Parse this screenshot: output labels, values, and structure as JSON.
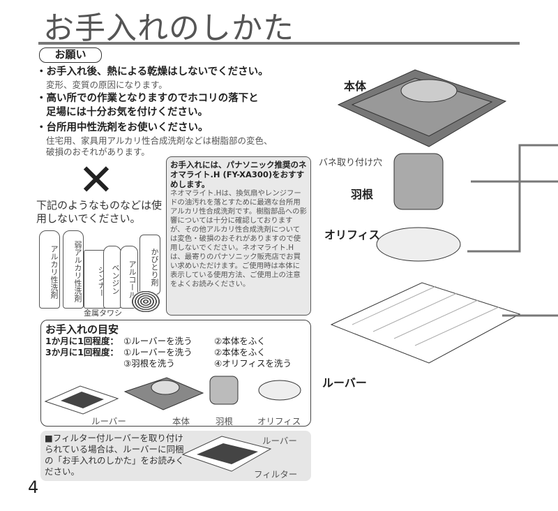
{
  "title": "お手入れのしかた",
  "onegai": "お願い",
  "cautions": [
    {
      "main": "・お手入れ後、熱による乾燥はしないでください。",
      "sub": "変形、変質の原因になります。"
    },
    {
      "main": "・高い所での作業となりますのでホコリの落下と",
      "main2": "足場には十分お気を付けください。"
    },
    {
      "main": "・台所用中性洗剤をお使いください。",
      "sub": "住宅用、家具用アルカリ性合成洗剤などは樹脂部の変色、",
      "sub2": "破損のおそれがあります。"
    }
  ],
  "prohibited": {
    "mark": "✕",
    "text": "下記のようなものなどは使用しないでください。",
    "items": [
      "アルカリ性洗剤",
      "弱アルカリ性洗剤",
      "シンナー",
      "ベンジン",
      "アルコール",
      "かびとり剤",
      "金属タワシ"
    ]
  },
  "neo": {
    "heading": "お手入れには、パナソニック推奨のネオマライト.H (FY-XA300)をおすすめします。",
    "body": "ネオマライト.Hは、換気扇やレンジフードの油汚れを落とすために最適な台所用アルカリ性合成洗剤です。樹脂部品への影響については十分に確認しておりますが、その他アルカリ性合成洗剤については変色・破損のおそれがありますので使用しないでください。ネオマライト.H は、最寄りのパナソニック販売店でお買い求めいただけます。ご使用時は本体に表示している使用方法、ご使用上の注意をよくお読みください。"
  },
  "schedule": {
    "heading": "お手入れの目安",
    "monthly_label": "1か月に1回程度：",
    "monthly": [
      "①ルーバーを洗う",
      "②本体をふく"
    ],
    "quarterly_label": "3か月に1回程度：",
    "quarterly": [
      "①ルーバーを洗う",
      "②本体をふく",
      "③羽根を洗う",
      "④オリフィスを洗う"
    ],
    "parts": [
      "ルーバー",
      "本体",
      "羽根",
      "オリフィス"
    ]
  },
  "filter_note": {
    "text": "■フィルター付ルーバーを取り付けられている場合は、ルーバーに同梱の「お手入れのしかた」をお読みください。",
    "labels": [
      "ルーバー",
      "フィルター"
    ]
  },
  "diagram": {
    "labels": [
      "本体",
      "バネ取り付け穴",
      "羽根",
      "オリフィス",
      "ルーバー"
    ]
  },
  "page_number": "4"
}
